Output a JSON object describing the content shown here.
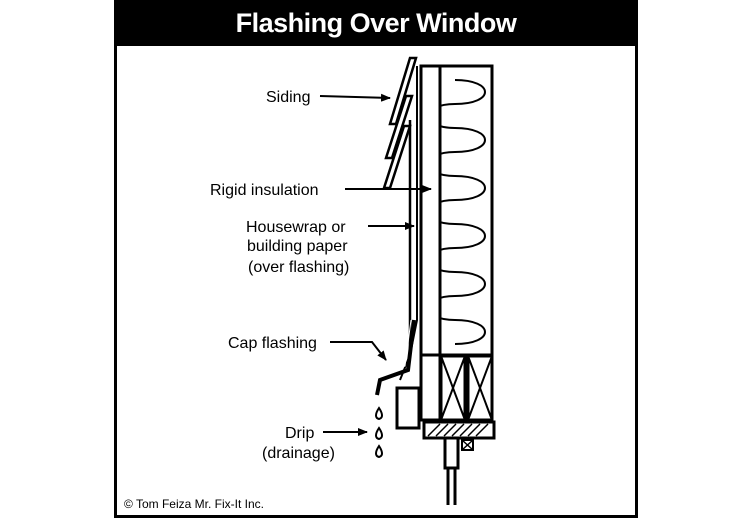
{
  "title": "Flashing Over Window",
  "labels": {
    "siding": "Siding",
    "rigid_insulation": "Rigid insulation",
    "housewrap_line1": "Housewrap or",
    "housewrap_line2": "building paper",
    "housewrap_line3": "(over flashing)",
    "cap_flashing": "Cap flashing",
    "drip_line1": "Drip",
    "drip_line2": "(drainage)"
  },
  "copyright": "© Tom Feiza Mr. Fix-It Inc."
}
